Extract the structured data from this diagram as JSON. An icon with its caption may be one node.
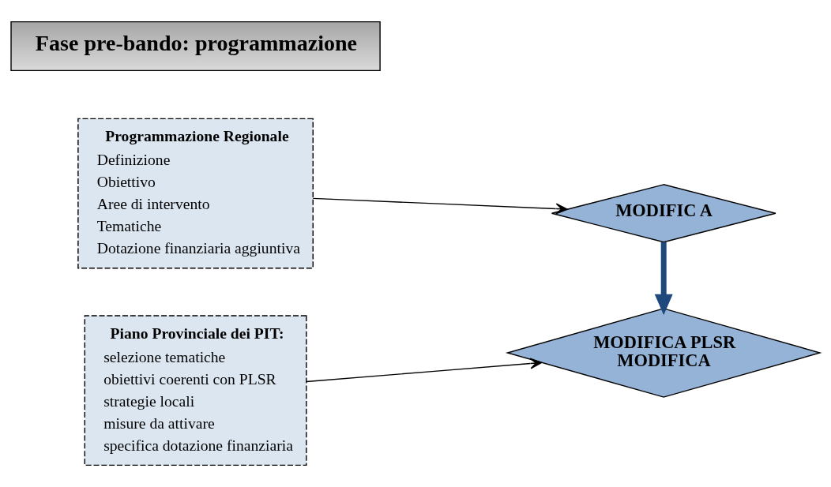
{
  "diagram": {
    "nodes": [
      {
        "text": [
          "Fase pre-bando: programmazione"
        ]
      },
      {
        "text": [
          "Programmazione Regionale",
          "Definizione",
          "Obiettivo",
          "Aree di intervento",
          "Tematiche",
          "Dotazione finanziaria aggiuntiva"
        ]
      },
      {
        "text": [
          "MODIFIC A"
        ]
      },
      {
        "text": [
          "Piano Provinciale dei PIT:",
          "selezione tematiche",
          "obiettivi coerenti con PLSR",
          "strategie locali",
          "misure da attivare",
          "specifica dotazione finanziaria"
        ]
      },
      {
        "text": [
          "MODIFICA PLSR",
          "MODIFICA"
        ]
      }
    ],
    "edges": [
      {
        "from": 1,
        "to": 2,
        "arrow": "to"
      },
      {
        "from": 2,
        "to": 4,
        "arrow": "to",
        "style": "thick",
        "color": "#1f497d"
      },
      {
        "from": 3,
        "to": 4,
        "arrow": "to"
      }
    ]
  }
}
